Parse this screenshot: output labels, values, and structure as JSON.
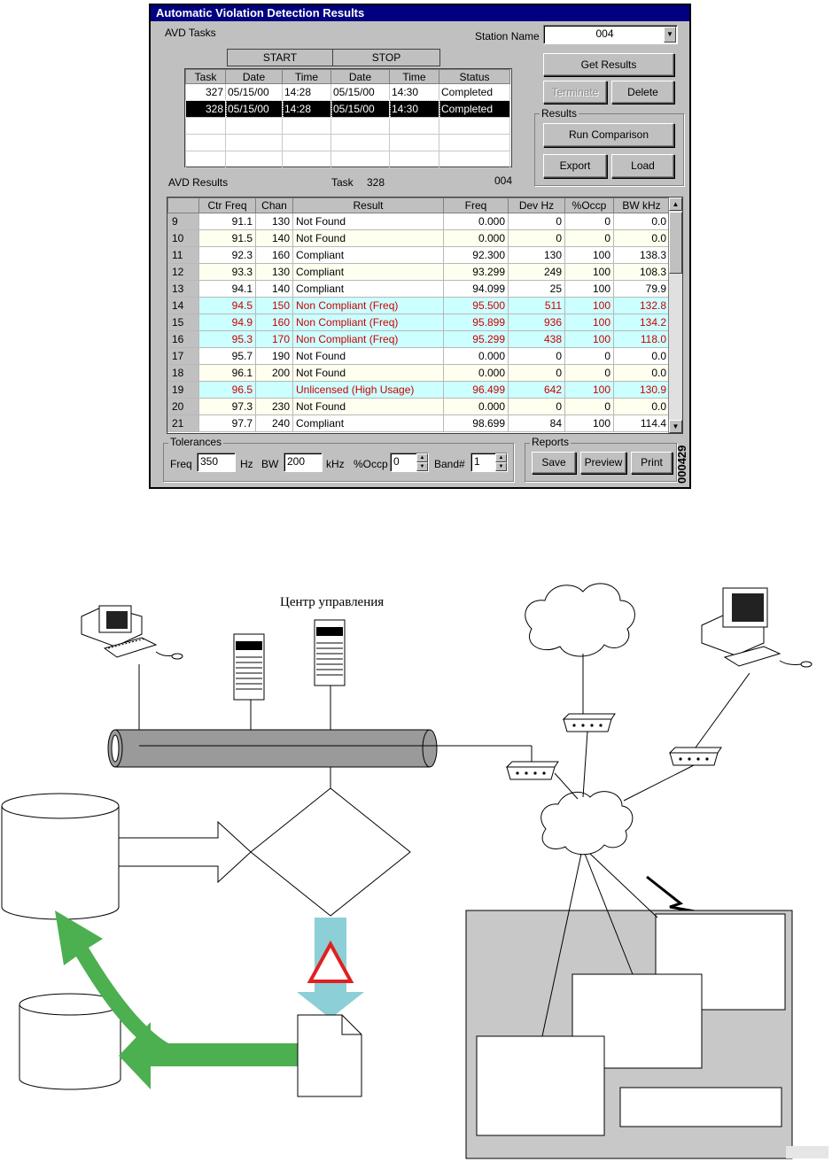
{
  "window": {
    "title": "Automatic Violation Detection Results",
    "avd_tasks_label": "AVD Tasks",
    "station_name_label": "Station Name",
    "station_name_value": "004",
    "buttons": {
      "get_results": "Get Results",
      "terminate": "Terminate",
      "delete": "Delete",
      "run_comparison": "Run Comparison",
      "export": "Export",
      "load": "Load",
      "save": "Save",
      "preview": "Preview",
      "print": "Print"
    },
    "results_group_label": "Results",
    "tasks_table": {
      "group_headers": {
        "start": "START",
        "stop": "STOP"
      },
      "headers": [
        "Task",
        "Date",
        "Time",
        "Date",
        "Time",
        "Status"
      ],
      "rows": [
        {
          "task": "327",
          "start_date": "05/15/00",
          "start_time": "14:28",
          "stop_date": "05/15/00",
          "stop_time": "14:30",
          "status": "Completed",
          "selected": false
        },
        {
          "task": "328",
          "start_date": "05/15/00",
          "start_time": "14:28",
          "stop_date": "05/15/00",
          "stop_time": "14:30",
          "status": "Completed",
          "selected": true
        }
      ]
    },
    "avd_results_label": "AVD Results",
    "task_label": "Task",
    "task_value": "328",
    "results_station": "004",
    "results_table": {
      "headers": [
        "",
        "Ctr Freq",
        "Chan",
        "Result",
        "Freq",
        "Dev Hz",
        "%Occp",
        "BW kHz"
      ],
      "rows": [
        {
          "n": "9",
          "ctr": "91.1",
          "chan": "130",
          "result": "Not Found",
          "freq": "0.000",
          "dev": "0",
          "occp": "0",
          "bw": "0.0",
          "style": "white"
        },
        {
          "n": "10",
          "ctr": "91.5",
          "chan": "140",
          "result": "Not Found",
          "freq": "0.000",
          "dev": "0",
          "occp": "0",
          "bw": "0.0",
          "style": "yellow"
        },
        {
          "n": "11",
          "ctr": "92.3",
          "chan": "160",
          "result": "Compliant",
          "freq": "92.300",
          "dev": "130",
          "occp": "100",
          "bw": "138.3",
          "style": "white"
        },
        {
          "n": "12",
          "ctr": "93.3",
          "chan": "130",
          "result": "Compliant",
          "freq": "93.299",
          "dev": "249",
          "occp": "100",
          "bw": "108.3",
          "style": "yellow"
        },
        {
          "n": "13",
          "ctr": "94.1",
          "chan": "140",
          "result": "Compliant",
          "freq": "94.099",
          "dev": "25",
          "occp": "100",
          "bw": "79.9",
          "style": "white"
        },
        {
          "n": "14",
          "ctr": "94.5",
          "chan": "150",
          "result": "Non Compliant (Freq)",
          "freq": "95.500",
          "dev": "511",
          "occp": "100",
          "bw": "132.8",
          "style": "cyan"
        },
        {
          "n": "15",
          "ctr": "94.9",
          "chan": "160",
          "result": "Non Compliant (Freq)",
          "freq": "95.899",
          "dev": "936",
          "occp": "100",
          "bw": "134.2",
          "style": "cyan"
        },
        {
          "n": "16",
          "ctr": "95.3",
          "chan": "170",
          "result": "Non Compliant (Freq)",
          "freq": "95.299",
          "dev": "438",
          "occp": "100",
          "bw": "118.0",
          "style": "cyan"
        },
        {
          "n": "17",
          "ctr": "95.7",
          "chan": "190",
          "result": "Not Found",
          "freq": "0.000",
          "dev": "0",
          "occp": "0",
          "bw": "0.0",
          "style": "white"
        },
        {
          "n": "18",
          "ctr": "96.1",
          "chan": "200",
          "result": "Not Found",
          "freq": "0.000",
          "dev": "0",
          "occp": "0",
          "bw": "0.0",
          "style": "yellow"
        },
        {
          "n": "19",
          "ctr": "96.5",
          "chan": "",
          "result": "Unlicensed (High Usage)",
          "freq": "96.499",
          "dev": "642",
          "occp": "100",
          "bw": "130.9",
          "style": "cyan"
        },
        {
          "n": "20",
          "ctr": "97.3",
          "chan": "230",
          "result": "Not Found",
          "freq": "0.000",
          "dev": "0",
          "occp": "0",
          "bw": "0.0",
          "style": "yellow"
        },
        {
          "n": "21",
          "ctr": "97.7",
          "chan": "240",
          "result": "Compliant",
          "freq": "98.699",
          "dev": "84",
          "occp": "100",
          "bw": "114.4",
          "style": "white"
        }
      ]
    },
    "tolerances": {
      "label": "Tolerances",
      "freq_label": "Freq",
      "freq_value": "350",
      "freq_unit": "Hz",
      "bw_label": "BW",
      "bw_value": "200",
      "bw_unit": "kHz",
      "occp_label": "%Occp",
      "occp_value": "0",
      "band_label": "Band#",
      "band_value": "1"
    },
    "reports_label": "Reports",
    "figure_id": "000429"
  },
  "diagram": {
    "control_center_label": "Центр управления"
  },
  "colors": {
    "title_bar": "#000080",
    "yellow_row": "#fffff0",
    "cyan_row": "#ccffff",
    "violation_text": "#cc0000",
    "green_arrow": "#4caf50",
    "blue_arrow": "#8ccfd6",
    "warning_red": "#e02020"
  }
}
